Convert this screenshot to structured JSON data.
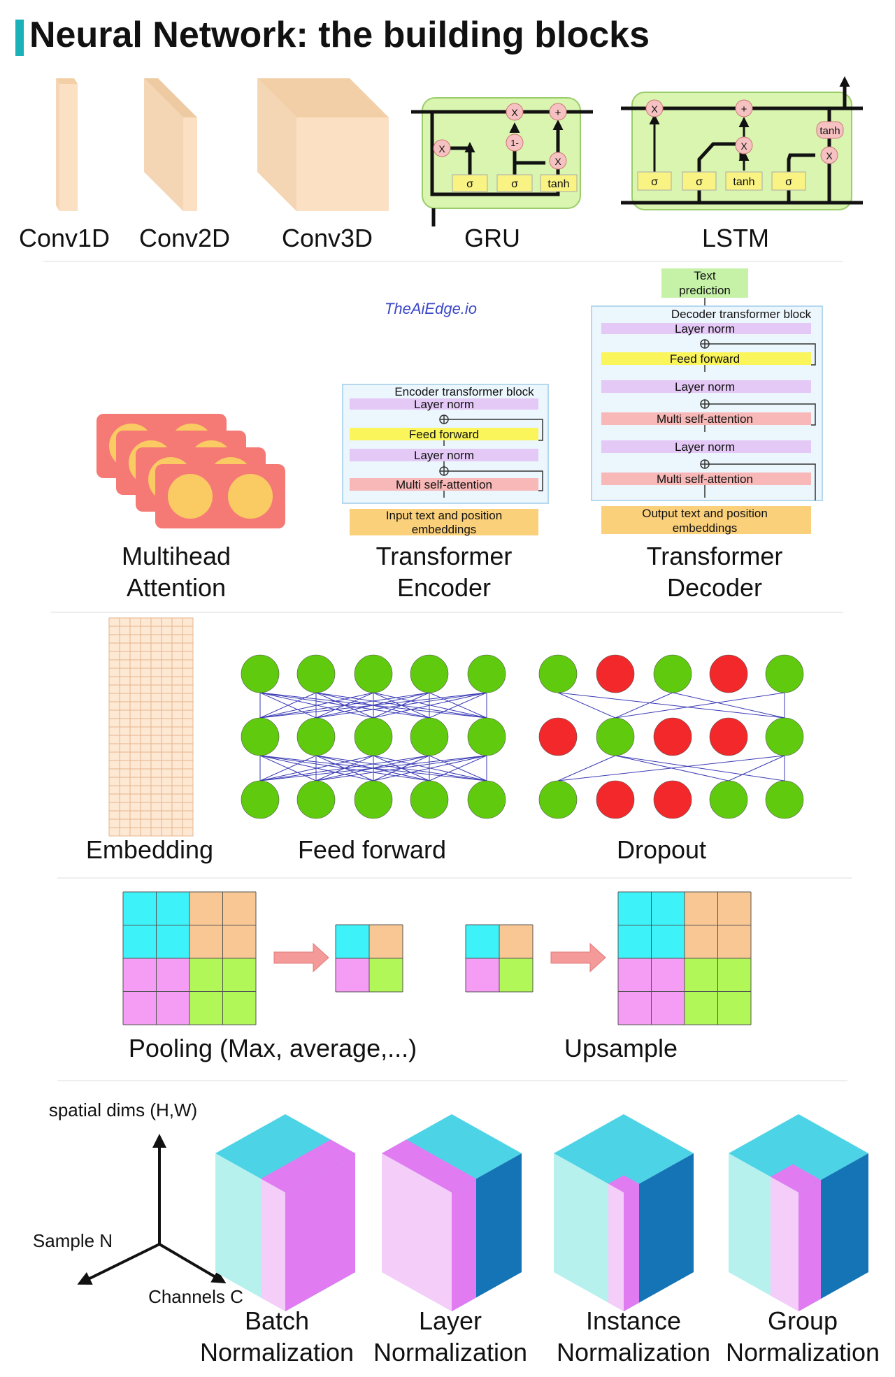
{
  "title": "Neural Network: the building blocks",
  "watermark": "TheAiEdge.io",
  "row1": {
    "conv1d": "Conv1D",
    "conv2d": "Conv2D",
    "conv3d": "Conv3D",
    "gru": "GRU",
    "lstm": "LSTM",
    "gru_gates": {
      "x": "X",
      "plus": "+",
      "one_minus": "1-",
      "sigma": "σ",
      "tanh": "tanh"
    },
    "lstm_gates": {
      "x": "X",
      "plus": "+",
      "sigma": "σ",
      "tanh": "tanh"
    }
  },
  "row2": {
    "multihead_line1": "Multihead",
    "multihead_line2": "Attention",
    "encoder": {
      "block_title": "Encoder transformer block",
      "layer_norm_top": "Layer norm",
      "feed_forward": "Feed forward",
      "layer_norm_bottom": "Layer norm",
      "multi_self_attention": "Multi self-attention",
      "input_line1": "Input text and position",
      "input_line2": "embeddings",
      "label_line1": "Transformer",
      "label_line2": "Encoder"
    },
    "decoder": {
      "output_line1": "Text",
      "output_line2": "prediction",
      "block_title": "Decoder transformer block",
      "layer_norm_1": "Layer norm",
      "feed_forward": "Feed forward",
      "layer_norm_2": "Layer norm",
      "multi_self_attention_1": "Multi self-attention",
      "layer_norm_3": "Layer norm",
      "multi_self_attention_2": "Multi self-attention",
      "input_line1": "Output text and position",
      "input_line2": "embeddings",
      "label_line1": "Transformer",
      "label_line2": "Decoder"
    }
  },
  "row3": {
    "embedding": "Embedding",
    "feed_forward": "Feed forward",
    "dropout": "Dropout",
    "dropout_states": [
      [
        "on",
        "off",
        "on",
        "off",
        "on"
      ],
      [
        "off",
        "on",
        "off",
        "off",
        "on"
      ],
      [
        "on",
        "off",
        "off",
        "on",
        "on"
      ]
    ]
  },
  "row4": {
    "pooling": "Pooling (Max, average,...)",
    "upsample": "Upsample"
  },
  "row5": {
    "axis_spatial": "spatial dims (H,W)",
    "axis_sample": "Sample N",
    "axis_channels": "Channels C",
    "batch_line1": "Batch",
    "layer_line1": "Layer",
    "instance_line1": "Instance",
    "group_line1": "Group",
    "norm_line2": "Normalization"
  },
  "colors": {
    "accent": "#1bb1b8",
    "conv": "#fbe0c4",
    "gru_bg": "#d9f5b0",
    "gate": "#f9f383",
    "op": "#f6c1c1",
    "attn_red": "#f57a76",
    "attn_yellow": "#fbcb63",
    "layer_norm": "#e4c8f6",
    "feed_forward": "#faf55a",
    "mhsa": "#f8b8b8",
    "embed_input": "#fbd07a",
    "node_green": "#5fca0e",
    "node_red": "#f2282a",
    "edge": "#3a3ab5",
    "cyan": "#3df2f9",
    "orange": "#f9c794",
    "pink": "#f59cf5",
    "lime": "#b1f757",
    "cube_top": "#4dd3e6",
    "cube_left": "#b7f1ee",
    "cube_right": "#1574b6",
    "norm_pink": "#e07bf1",
    "norm_lightpink": "#f4cdf9"
  }
}
